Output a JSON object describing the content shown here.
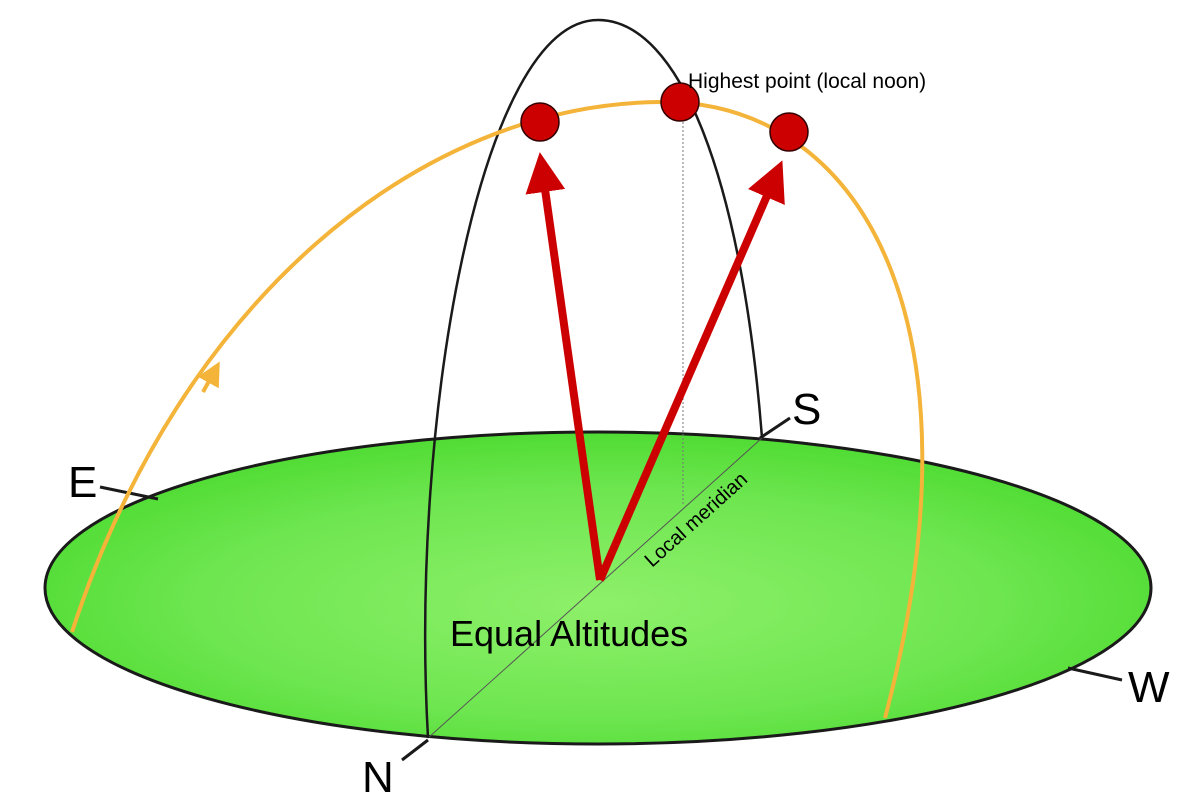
{
  "labels": {
    "east": "E",
    "west": "W",
    "north": "N",
    "south": "S",
    "highest_point": "Highest point (local noon)",
    "local_meridian": "Local meridian",
    "equal_altitudes": "Equal Altitudes"
  },
  "colors": {
    "ground": "#7ee85a",
    "ground_dark": "#3fd62a",
    "sun_path": "#f4b43a",
    "arrow": "#cc0000",
    "sun": "#cc0000",
    "outline": "#1a1a1a"
  }
}
